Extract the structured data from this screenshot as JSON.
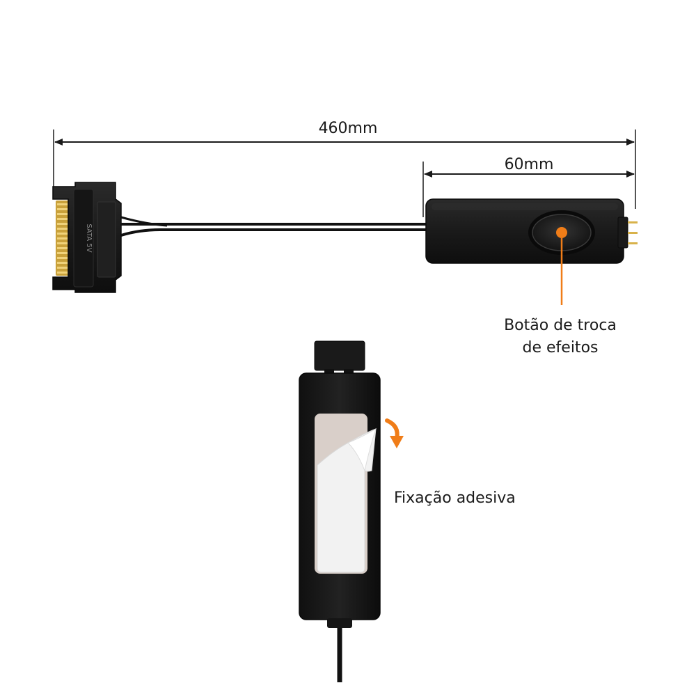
{
  "dimensions": {
    "total_length": "460mm",
    "module_length": "60mm"
  },
  "connector": {
    "imprint": "SATA 5V"
  },
  "callouts": {
    "button_label_line1": "Botão de troca",
    "button_label_line2": "de efeitos",
    "adhesive_label": "Fixação adesiva"
  },
  "colors": {
    "device_body": "#1b1b1b",
    "device_edge": "#0a0a0a",
    "gold_pins": "#d8b24a",
    "accent_orange": "#f07d18",
    "dimension_line": "#1a1a1a",
    "adhesive_pad": "#d9cfc9",
    "release_liner": "#f2f2f2"
  },
  "icons": {
    "peel_arrow": "curved-arrow-down-icon",
    "button_dot": "orange-dot-icon"
  }
}
